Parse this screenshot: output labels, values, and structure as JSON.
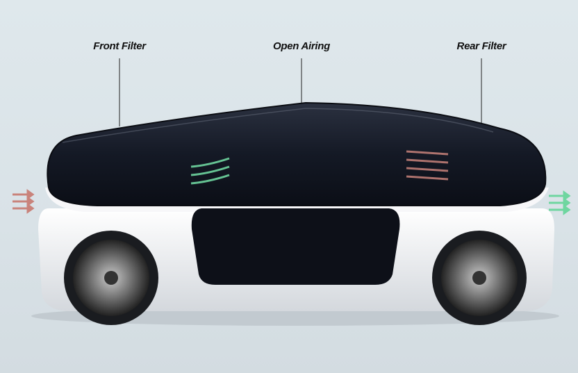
{
  "labels": {
    "front_filter": "Front Filter",
    "open_airing": "Open Airing",
    "rear_filter": "Rear Filter"
  },
  "colors": {
    "intake_arrow": "#c9837b",
    "clean_arrow": "#6fd6a0",
    "canopy": "#151a26",
    "body": "#f2f3f5"
  }
}
